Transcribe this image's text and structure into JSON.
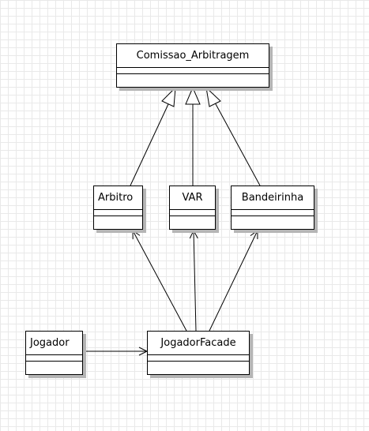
{
  "classes": {
    "comissao": {
      "name": "Comissao_Arbitragem"
    },
    "arbitro": {
      "name": "Arbitro"
    },
    "var": {
      "name": "VAR"
    },
    "bandeirinha": {
      "name": "Bandeirinha"
    },
    "jogador": {
      "name": "Jogador"
    },
    "jogador_facade": {
      "name": "JogadorFacade"
    }
  },
  "relationships": [
    {
      "type": "generalization",
      "from": "arbitro",
      "to": "comissao"
    },
    {
      "type": "generalization",
      "from": "var",
      "to": "comissao"
    },
    {
      "type": "generalization",
      "from": "bandeirinha",
      "to": "comissao"
    },
    {
      "type": "association",
      "from": "jogador_facade",
      "to": "arbitro"
    },
    {
      "type": "association",
      "from": "jogador_facade",
      "to": "var"
    },
    {
      "type": "association",
      "from": "jogador_facade",
      "to": "bandeirinha"
    },
    {
      "type": "association",
      "from": "jogador",
      "to": "jogador_facade"
    }
  ]
}
